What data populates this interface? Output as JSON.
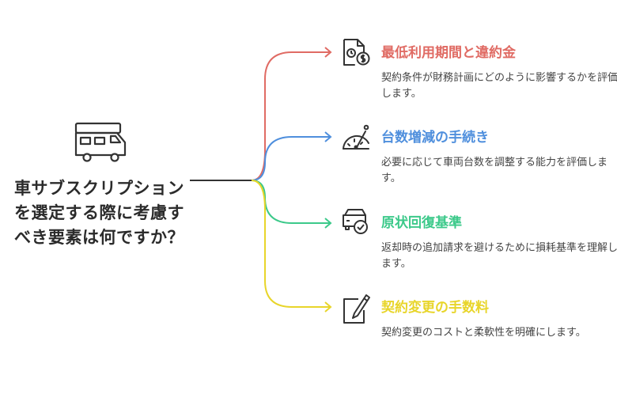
{
  "central": {
    "title": "車サブスクリプションを選定する際に考慮すべき要素は何ですか？",
    "icon": "camper-van-icon"
  },
  "branches": [
    {
      "title": "最低利用期間と違約金",
      "description": "契約条件が財務計画にどのように影響するかを評価します。",
      "color": "#e06b64",
      "icon": "document-clock-money-icon"
    },
    {
      "title": "台数増減の手続き",
      "description": "必要に応じて車両台数を調整する能力を評価します。",
      "color": "#4f8fdd",
      "icon": "gauge-icon"
    },
    {
      "title": "原状回復基準",
      "description": "返却時の追加請求を避けるために損耗基準を理解します。",
      "color": "#3cc98a",
      "icon": "car-check-icon"
    },
    {
      "title": "契約変更の手数料",
      "description": "契約変更のコストと柔軟性を明確にします。",
      "color": "#e8d52a",
      "icon": "pen-paper-icon"
    }
  ]
}
